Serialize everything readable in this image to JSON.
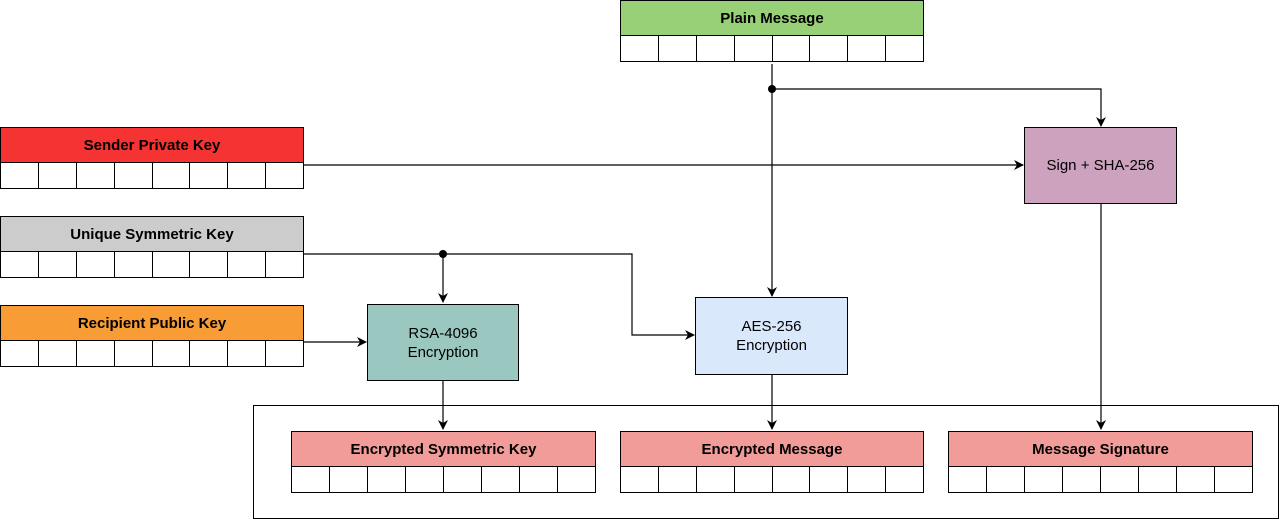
{
  "keys": {
    "plain_message": {
      "title": "Plain Message",
      "color": "#97d077"
    },
    "sender_private_key": {
      "title": "Sender Private Key",
      "color": "#f53333"
    },
    "unique_symmetric_key": {
      "title": "Unique Symmetric Key",
      "color": "#cccccc"
    },
    "recipient_public_key": {
      "title": "Recipient Public Key",
      "color": "#f89c35"
    }
  },
  "processes": {
    "sign": {
      "label": "Sign + SHA-256",
      "color": "#cda2be"
    },
    "rsa": {
      "label": "RSA-4096\nEncryption",
      "color": "#9ac7bf"
    },
    "aes": {
      "label": "AES-256\nEncryption",
      "color": "#dae8fc"
    }
  },
  "outputs": {
    "encrypted_symmetric_key": {
      "title": "Encrypted Symmetric Key",
      "color": "#f19c99"
    },
    "encrypted_message": {
      "title": "Encrypted Message",
      "color": "#f19c99"
    },
    "message_signature": {
      "title": "Message Signature",
      "color": "#f19c99"
    }
  },
  "cells_per_block": 8
}
